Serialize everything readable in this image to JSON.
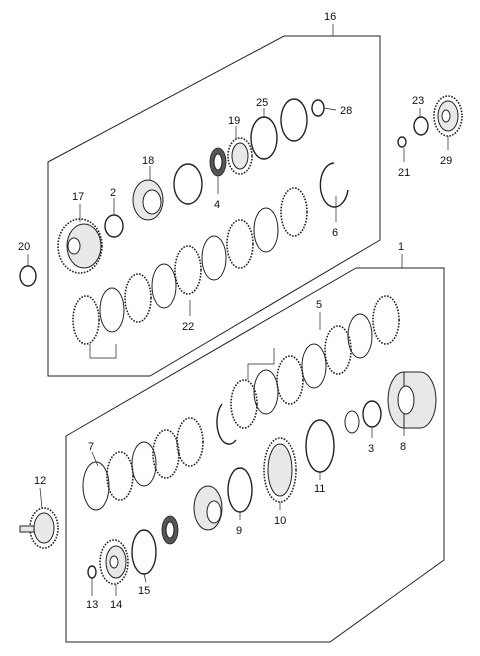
{
  "callouts": {
    "c1": "1",
    "c2": "2",
    "c3": "3",
    "c4": "4",
    "c5": "5",
    "c6": "6",
    "c7": "7",
    "c8": "8",
    "c9": "9",
    "c10": "10",
    "c11": "11",
    "c12": "12",
    "c13": "13",
    "c14": "14",
    "c15": "15",
    "c16": "16",
    "c17": "17",
    "c18": "18",
    "c19": "19",
    "c20": "20",
    "c21": "21",
    "c22": "22",
    "c23": "23",
    "c25": "25",
    "c28": "28",
    "c29": "29"
  },
  "colors": {
    "line": "#222222",
    "background": "#ffffff"
  }
}
